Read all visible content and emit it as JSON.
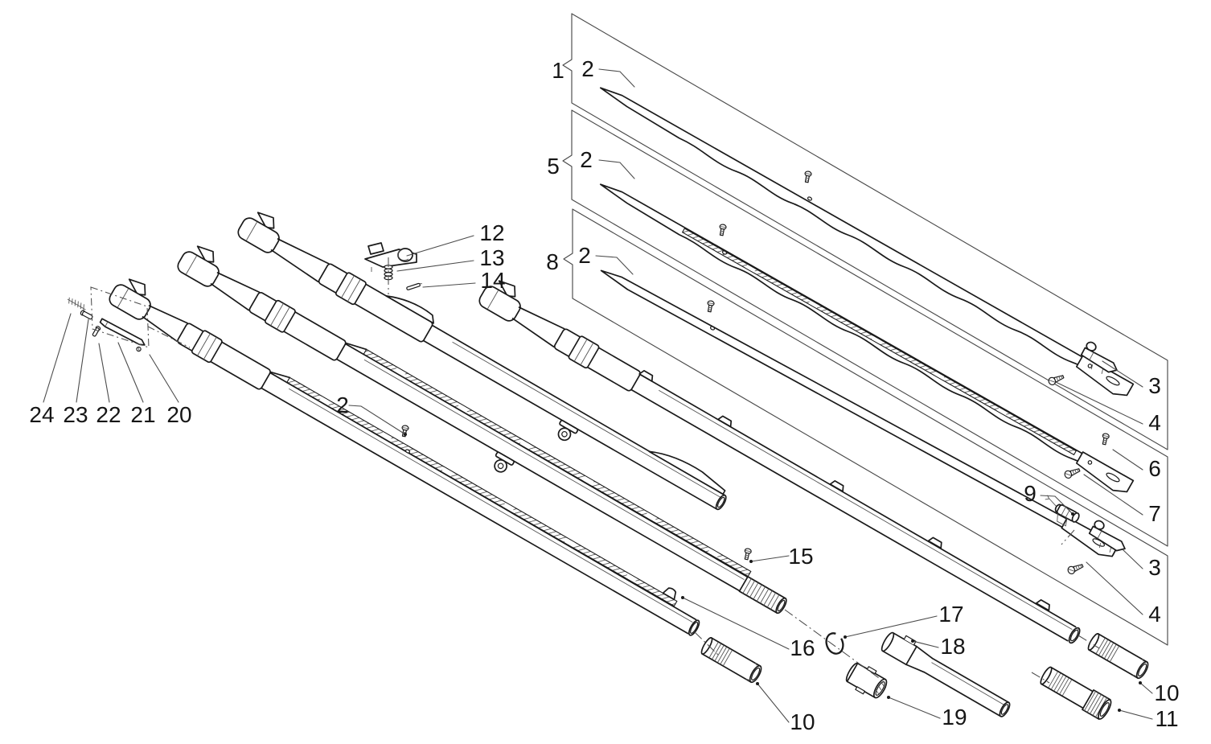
{
  "diagram": {
    "background": "#ffffff",
    "line_color": "#1a1a1a",
    "label_color": "#161616",
    "callouts": {
      "panel_top": {
        "label": "1"
      },
      "rib_top": {
        "label": "2"
      },
      "panel_mid": {
        "label": "5"
      },
      "rib_mid": {
        "label": "2"
      },
      "panel_low": {
        "label": "8"
      },
      "rib_low": {
        "label": "2"
      },
      "rear_sight_assembly": {
        "label": "12"
      },
      "rear_sight_spring": {
        "label": "13"
      },
      "rear_sight_pin": {
        "label": "14"
      },
      "ejector_spring": {
        "label": "24"
      },
      "ejector_plunger": {
        "label": "23"
      },
      "ejector_pin": {
        "label": "22"
      },
      "ejector_blade": {
        "label": "21"
      },
      "ejector_assembly": {
        "label": "20"
      },
      "barrel_rib_screw": {
        "label": "2"
      },
      "sight_base_top": {
        "label": "3"
      },
      "rib_screw_top": {
        "label": "4"
      },
      "mid_bead": {
        "label": "6"
      },
      "rib_end_mid": {
        "label": "7"
      },
      "fiber_front_sight": {
        "label": "9"
      },
      "sight_base_low": {
        "label": "3"
      },
      "rib_screw_low": {
        "label": "4"
      },
      "muzzle_bead": {
        "label": "15"
      },
      "front_sight": {
        "label": "16"
      },
      "o_ring": {
        "label": "17"
      },
      "extension_tube": {
        "label": "18"
      },
      "coupling_nut": {
        "label": "19"
      },
      "choke_tube_left": {
        "label": "10"
      },
      "choke_tube_flush": {
        "label": "10"
      },
      "choke_tube_extended": {
        "label": "11"
      }
    }
  }
}
